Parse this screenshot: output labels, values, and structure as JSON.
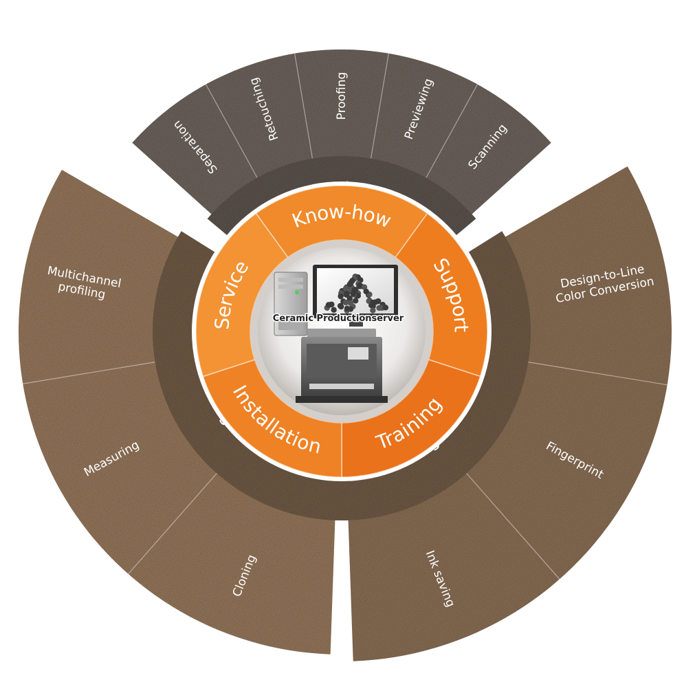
{
  "center": {
    "label": "Ceramic Productionserver",
    "icons": [
      "workstation-tower-icon",
      "monitor-icon",
      "ceramic-granules-icon",
      "kiln-printer-icon"
    ]
  },
  "inner_ring": {
    "color": "#ee7d1f",
    "items": [
      "Know-how",
      "Support",
      "Training",
      "Installation",
      "Service"
    ]
  },
  "categories": [
    {
      "title": "Design",
      "color": "#716760",
      "items": [
        "Separation",
        "Retouching",
        "Proofing",
        "Previewing",
        "Scanning"
      ]
    },
    {
      "title": "Digital Decoration",
      "color": "#8e7258",
      "items": [
        "Design-to-Line\nColor Conversion",
        "Fingerprint",
        "Ink saving"
      ]
    },
    {
      "title": "Color Management",
      "color": "#9a7b5f",
      "items": [
        "Cloning",
        "Measuring",
        "Multichannel\nprofiling"
      ]
    }
  ]
}
